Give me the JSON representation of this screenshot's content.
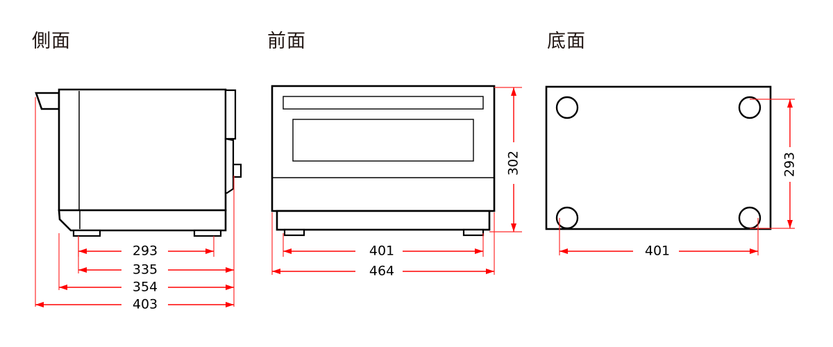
{
  "views": [
    {
      "key": "side",
      "label": "側面"
    },
    {
      "key": "front",
      "label": "前面"
    },
    {
      "key": "bottom",
      "label": "底面"
    }
  ],
  "dimensions": {
    "side": [
      {
        "name": "side-dim-293",
        "value": "293"
      },
      {
        "name": "side-dim-335",
        "value": "335"
      },
      {
        "name": "side-dim-354",
        "value": "354"
      },
      {
        "name": "side-dim-403",
        "value": "403"
      }
    ],
    "front": [
      {
        "name": "front-dim-302",
        "value": "302"
      },
      {
        "name": "front-dim-401",
        "value": "401"
      },
      {
        "name": "front-dim-464",
        "value": "464"
      }
    ],
    "bottom": [
      {
        "name": "bottom-dim-293",
        "value": "293"
      },
      {
        "name": "bottom-dim-401",
        "value": "401"
      }
    ]
  },
  "colors": {
    "dimension": "#ff0000",
    "outline": "#000000",
    "title": "#231815",
    "background": "#ffffff"
  }
}
